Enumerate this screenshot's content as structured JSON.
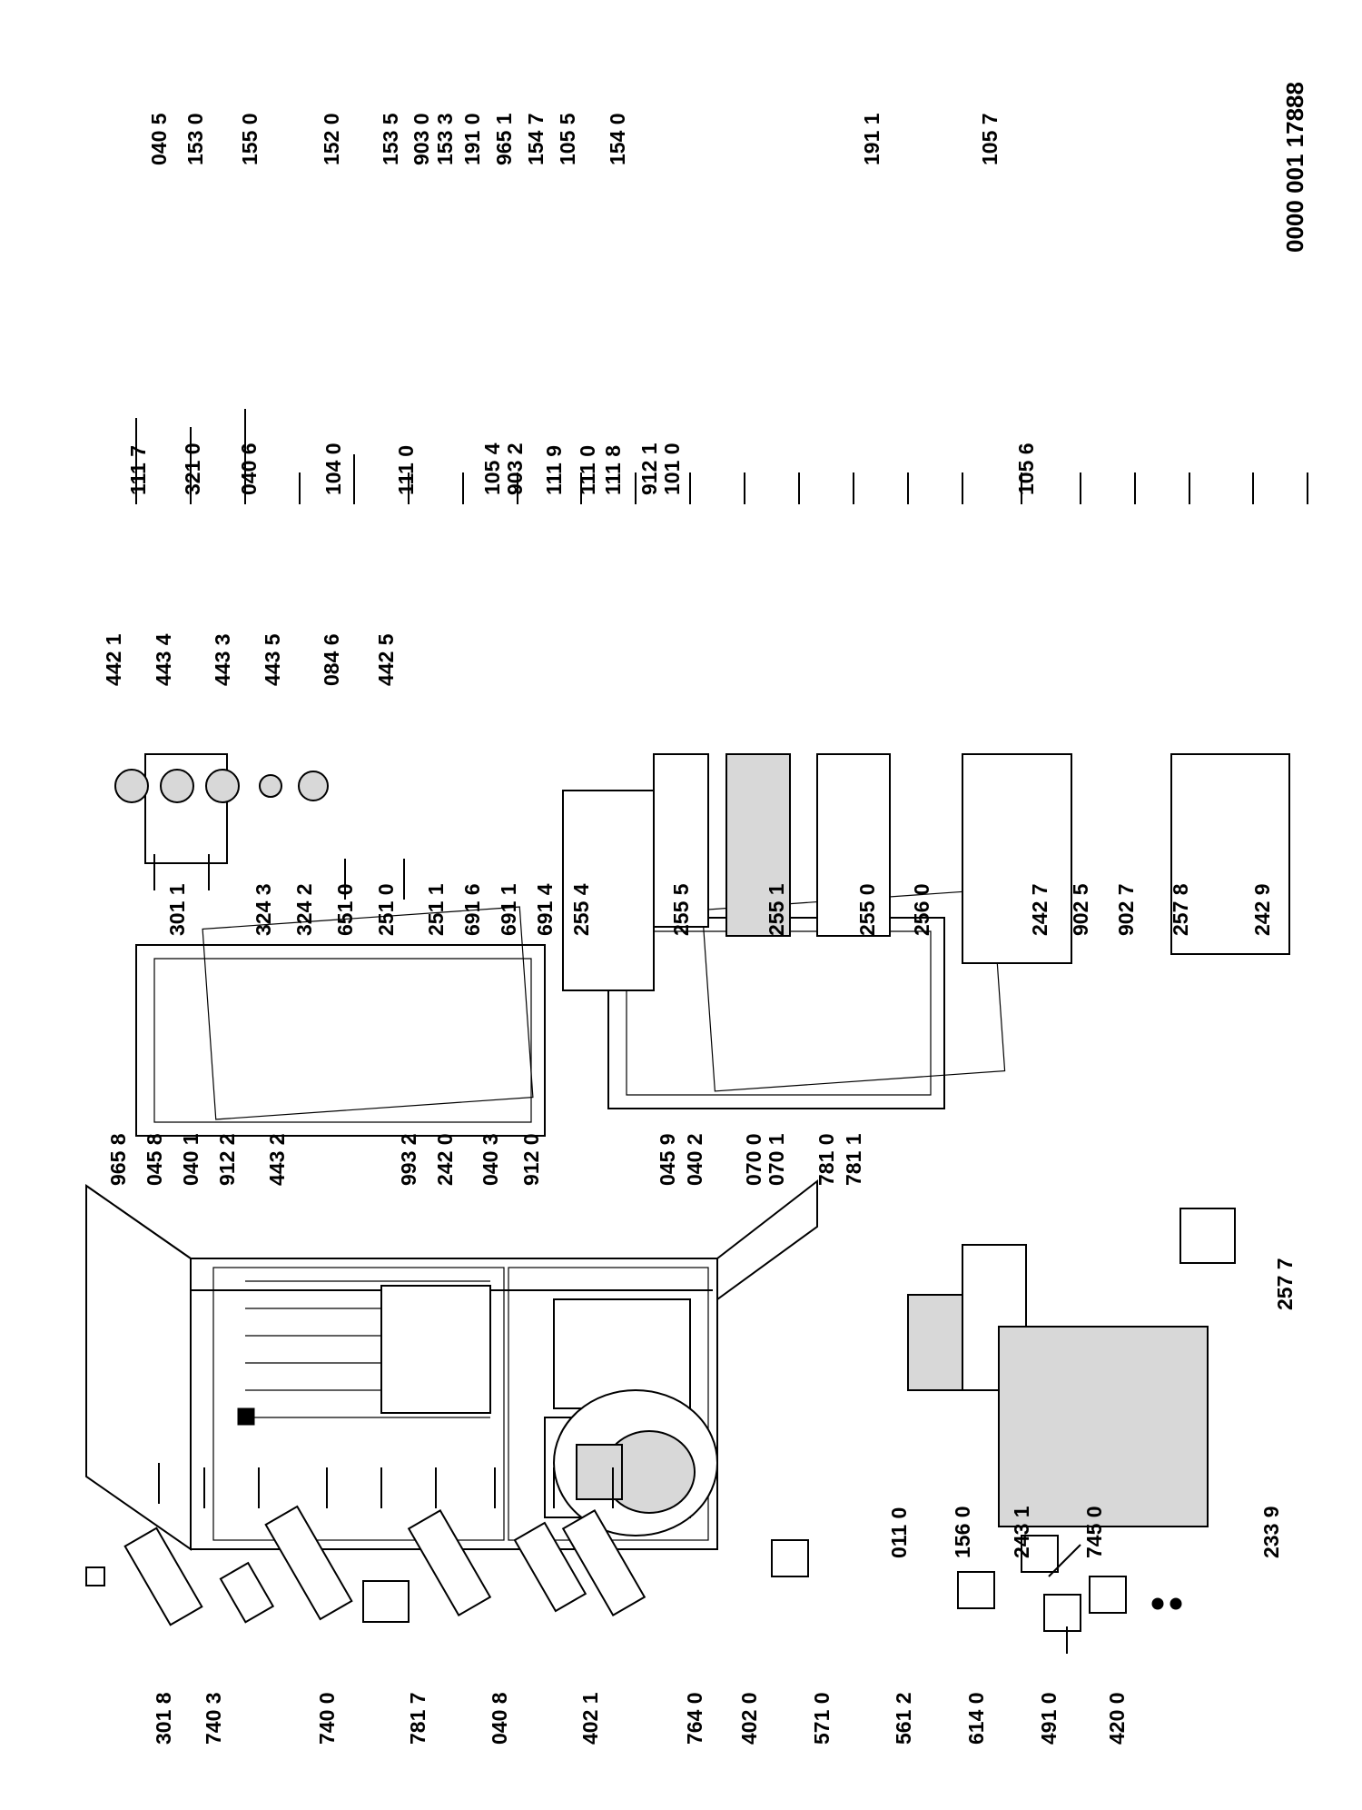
{
  "document_number": "0000 001 17888",
  "colors": {
    "ink": "#000000",
    "paper": "#ffffff"
  },
  "part_labels": [
    "040 5",
    "153 0",
    "155 0",
    "152 0",
    "153 5",
    "903 0",
    "153 3",
    "191 0",
    "965 1",
    "154 7",
    "105 5",
    "154 0",
    "191 1",
    "105 7",
    "111 7",
    "321 0",
    "040 6",
    "104 0",
    "111 0",
    "105 4",
    "903 2",
    "111 9",
    "111 0",
    "111 8",
    "912 1",
    "101 0",
    "105 6",
    "442 1",
    "443 4",
    "443 3",
    "443 5",
    "084 6",
    "442 5",
    "301 1",
    "324 3",
    "324 2",
    "651 0",
    "251 0",
    "251 1",
    "691 6",
    "691 1",
    "691 4",
    "255 4",
    "255 5",
    "255 1",
    "255 0",
    "256 0",
    "242 7",
    "902 5",
    "902 7",
    "257 8",
    "242 9",
    "965 8",
    "045 8",
    "040 1",
    "912 2",
    "443 2",
    "993 2",
    "242 0",
    "040 3",
    "912 0",
    "045 9",
    "040 2",
    "070 0",
    "070 1",
    "781 0",
    "781 1",
    "257 7",
    "301 8",
    "740 3",
    "740 0",
    "781 7",
    "040 8",
    "402 1",
    "764 0",
    "402 0",
    "571 0",
    "561 2",
    "614 0",
    "491 0",
    "420 0",
    "011 0",
    "156 0",
    "243 1",
    "745 0",
    "233 9"
  ]
}
